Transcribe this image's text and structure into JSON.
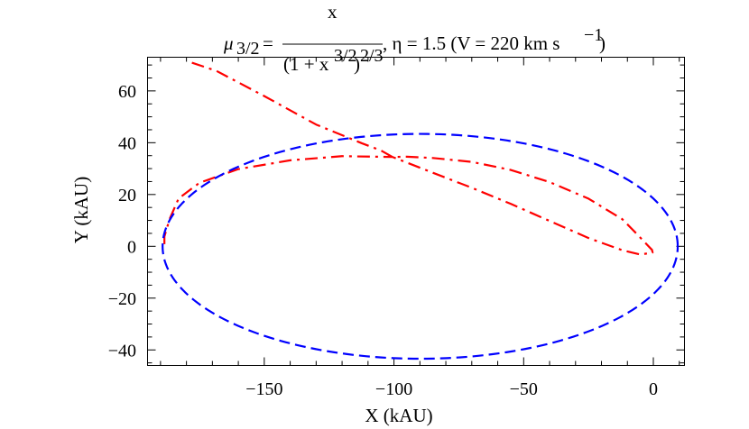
{
  "chart_data": {
    "type": "line",
    "title": {
      "mu_symbol": "μ",
      "mu_sub": "3/2",
      "equals": "=",
      "numerator": "x",
      "den_open": "(1 + x",
      "den_sup": "3/2",
      "den_close": ")",
      "den_power": "2/3",
      "rest": ", η = 1.5 (V = 220 km s",
      "rest_sup": "−1",
      "rest_close": ")"
    },
    "xlabel": "X (kAU)",
    "ylabel": "Y (kAU)",
    "xlim": [
      -195,
      12
    ],
    "ylim": [
      -46,
      73
    ],
    "x_ticks": [
      -150,
      -100,
      -50,
      0
    ],
    "x_tick_labels": [
      "−150",
      "−100",
      "−50",
      "0"
    ],
    "y_ticks": [
      -40,
      -20,
      0,
      20,
      40,
      60
    ],
    "y_tick_labels": [
      "−40",
      "−20",
      "0",
      "20",
      "40",
      "60"
    ],
    "grid": false,
    "colors": {
      "series_1": "#ff0000",
      "series_2": "#0000ff",
      "axes": "#000000"
    },
    "series": [
      {
        "style": "dash-dot",
        "color": "#ff0000",
        "x": [
          -177.9,
          -168.4,
          -150,
          -130,
          -112.4,
          -105,
          -100.6,
          -95,
          -85,
          -70,
          -55,
          -40,
          -25,
          -12,
          -6.4,
          -2.6,
          -0.5,
          -0.3,
          -5,
          -12,
          -25,
          -40,
          -55,
          -70,
          -85,
          -100.6,
          -120,
          -140,
          -160,
          -175,
          -183,
          -186.5,
          -188.5,
          -188.5
        ],
        "y": [
          70.9,
          67.7,
          58,
          47,
          39.8,
          37,
          34.5,
          34.6,
          34.1,
          32.6,
          29.5,
          24.8,
          18.4,
          10.5,
          4.8,
          0.8,
          -1.4,
          -2.4,
          -3.2,
          -1.5,
          3.2,
          9.8,
          16.4,
          22.6,
          28.4,
          34.5,
          34.8,
          33.2,
          29.8,
          24.5,
          18.5,
          10.5,
          3.8,
          0
        ]
      },
      {
        "style": "dashed",
        "color": "#0000ff",
        "parametric": "ellipse",
        "center": [
          -89.9,
          0
        ],
        "semi_axes": [
          99.3,
          43.4
        ],
        "points": 240
      }
    ]
  }
}
